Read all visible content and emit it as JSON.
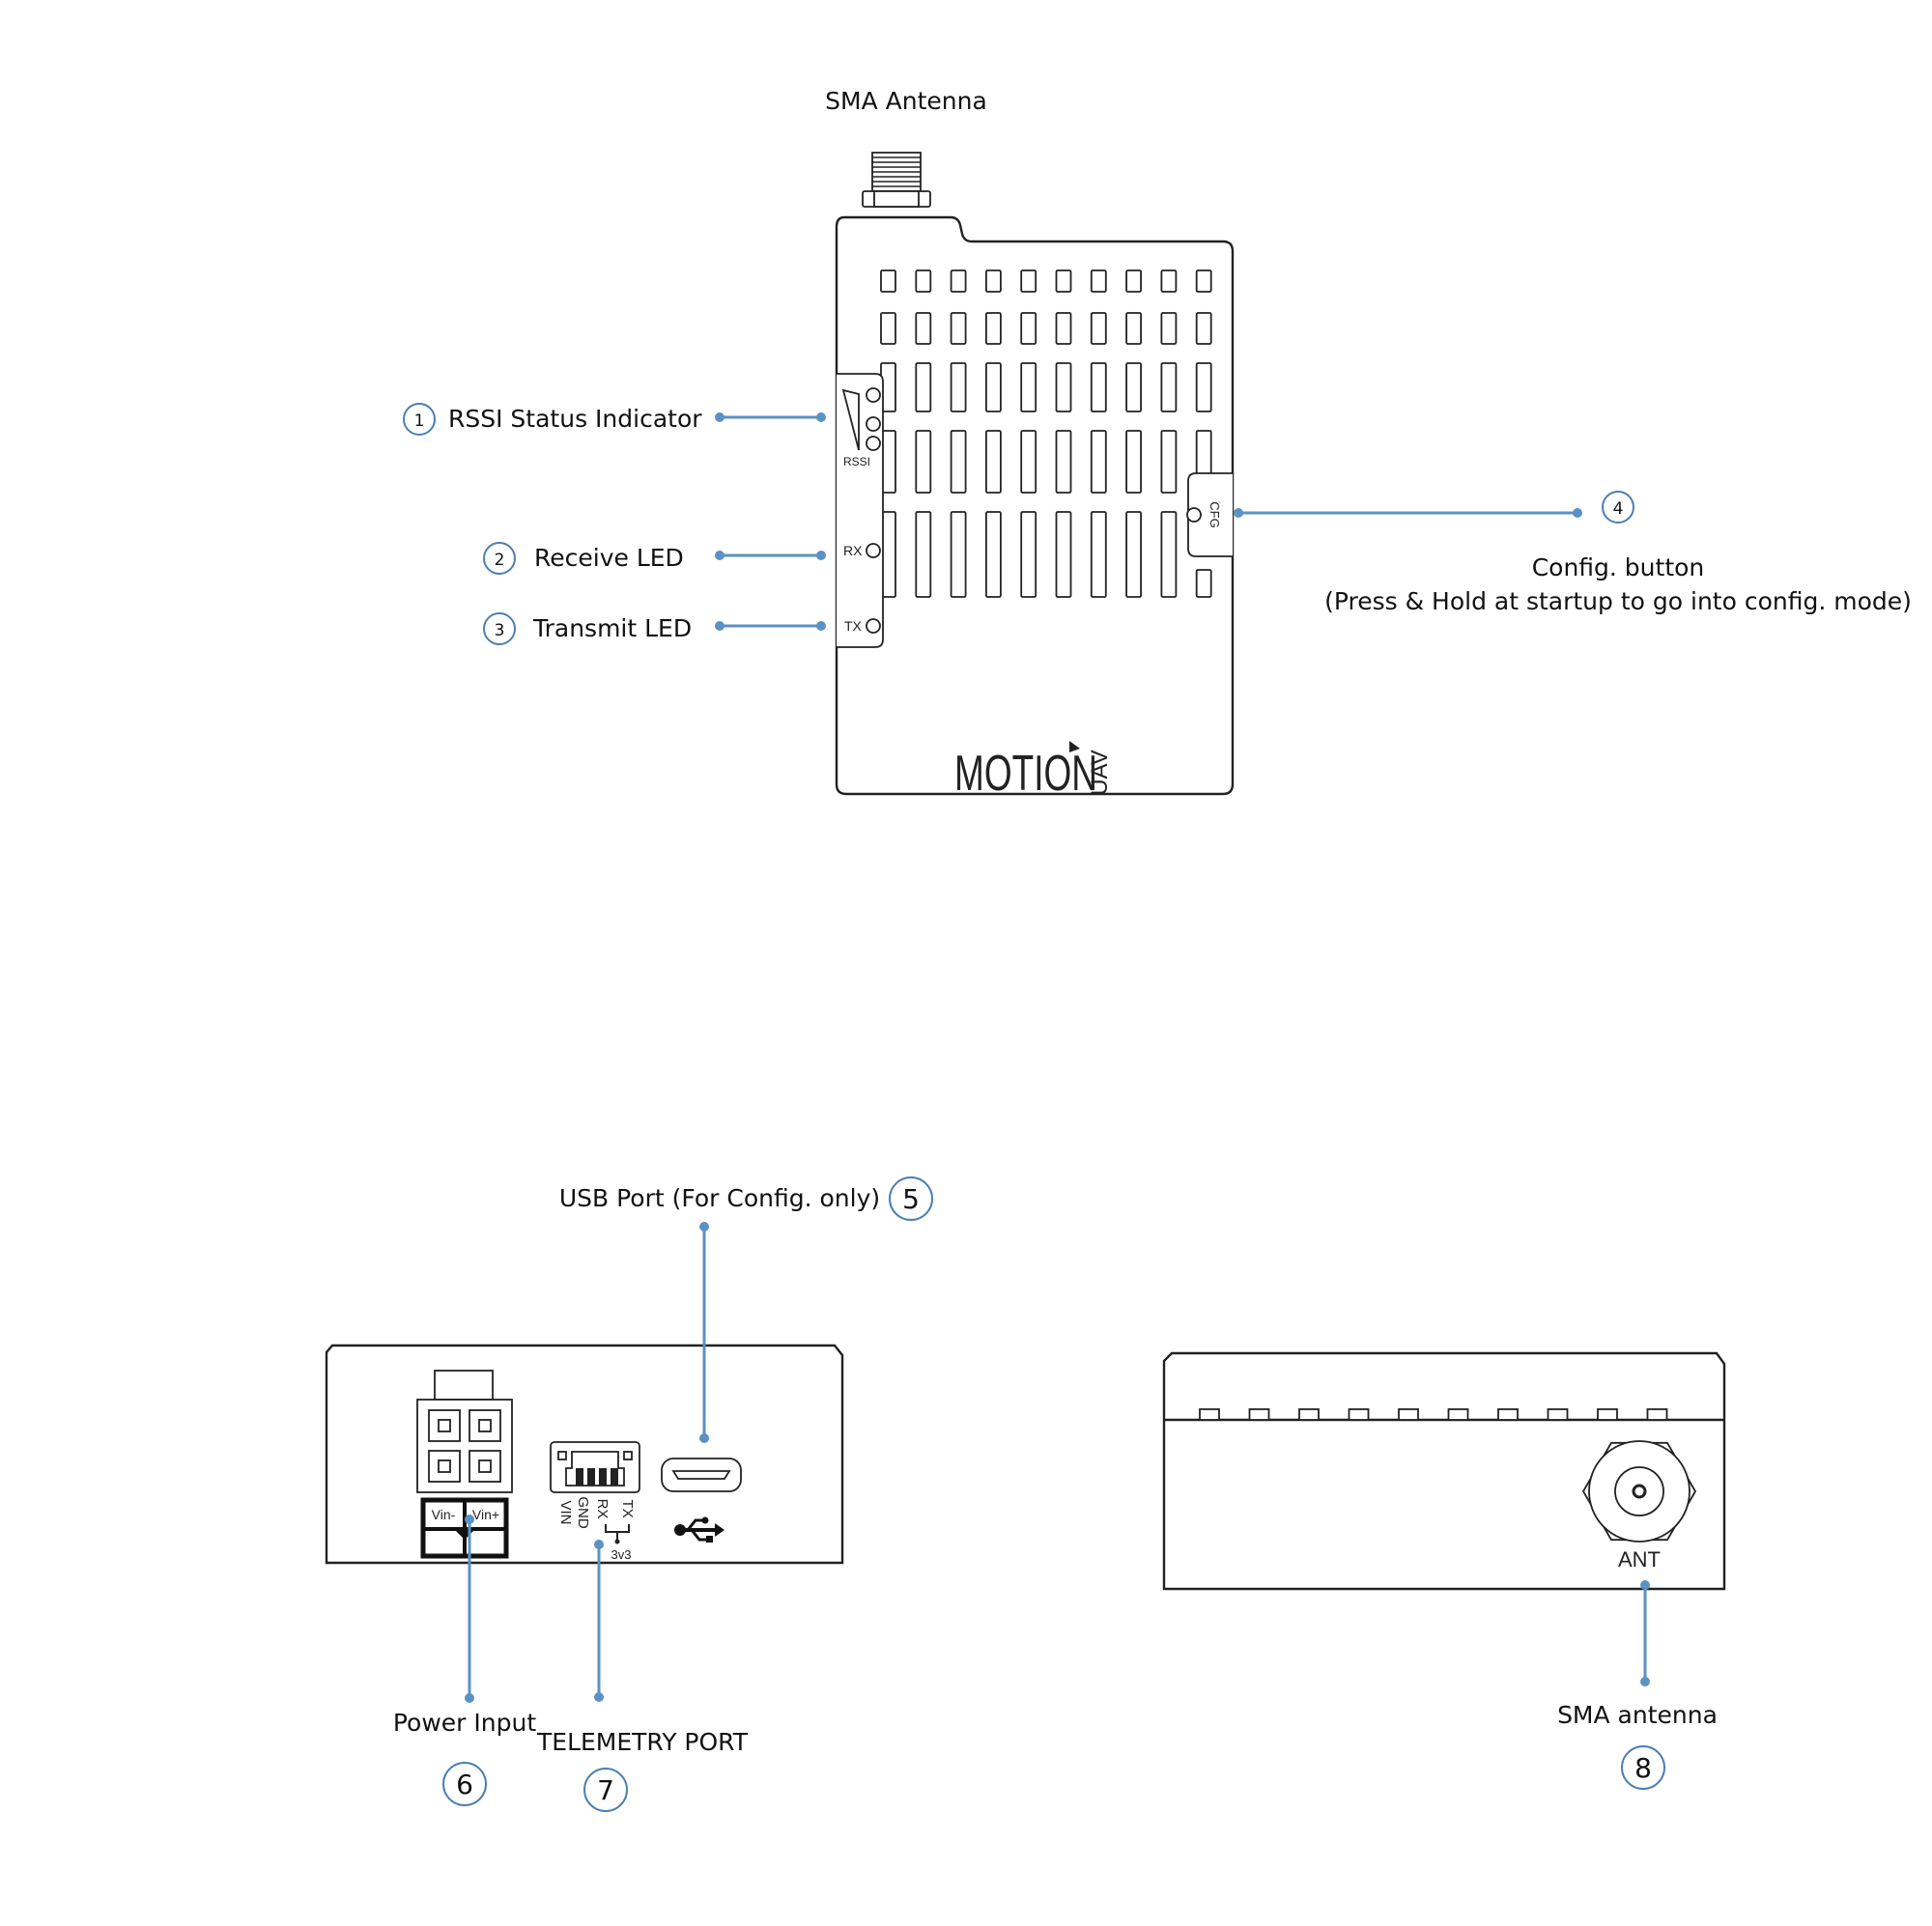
{
  "labels": {
    "top_antenna": "SMA Antenna",
    "rssi": "RSSI Status Indicator",
    "receive": "Receive LED",
    "transmit": "Transmit LED",
    "config_title": "Config. button",
    "config_note": "(Press & Hold at startup to go into config. mode)",
    "usb": "USB Port (For Config. only)",
    "power": "Power Input",
    "telemetry": "TELEMETRY PORT",
    "sma_bottom": "SMA antenna"
  },
  "callouts": {
    "n1": "1",
    "n2": "2",
    "n3": "3",
    "n4": "4",
    "n5": "5",
    "n6": "6",
    "n7": "7",
    "n8": "8"
  },
  "device_text": {
    "rssi": "RSSI",
    "rx": "RX",
    "tx": "TX",
    "cfg": "CFG",
    "logo_main": "MOTION",
    "logo_sub": "UAV",
    "vin_minus": "Vin-",
    "vin_plus": "Vin+",
    "pin_vin": "VIN",
    "pin_gnd": "GND",
    "pin_rx": "RX",
    "pin_tx": "TX",
    "pin_3v3": "3v3",
    "ant": "ANT"
  },
  "colors": {
    "leader": "#5b92c4",
    "outline": "#222222",
    "text": "#111111"
  }
}
